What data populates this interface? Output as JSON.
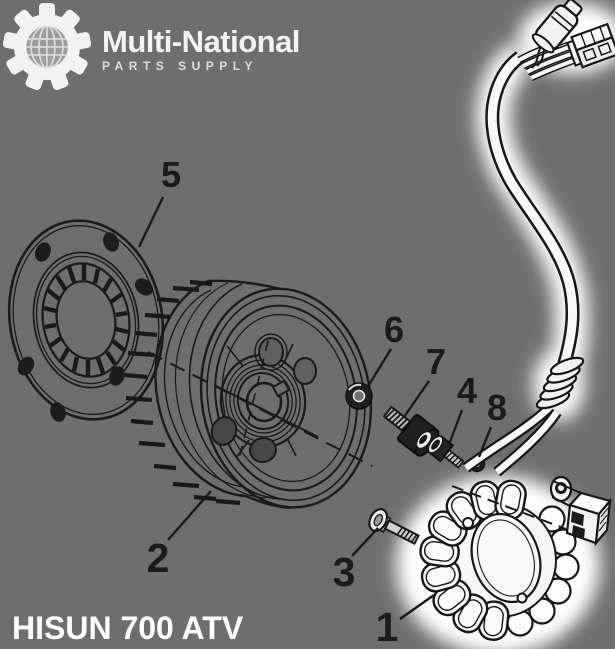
{
  "brand": {
    "name": "Multi-National",
    "tagline": "PARTS SUPPLY",
    "icon": "gear-globe-icon"
  },
  "footer": {
    "title": "HISUN 700 ATV"
  },
  "diagram": {
    "kind": "exploded-parts-drawing",
    "part_labels": [
      {
        "text": "1"
      },
      {
        "text": "2"
      },
      {
        "text": "3"
      },
      {
        "text": "4"
      },
      {
        "text": "5"
      },
      {
        "text": "6"
      },
      {
        "text": "7"
      },
      {
        "text": "8"
      }
    ]
  },
  "colors": {
    "background": "#6e6e6e",
    "line": "#1a1a1a",
    "glow": "#ffffff",
    "brand_text": "#f4f4f4",
    "label_text": "#1b1b1b",
    "footer_text": "#ffffff"
  }
}
